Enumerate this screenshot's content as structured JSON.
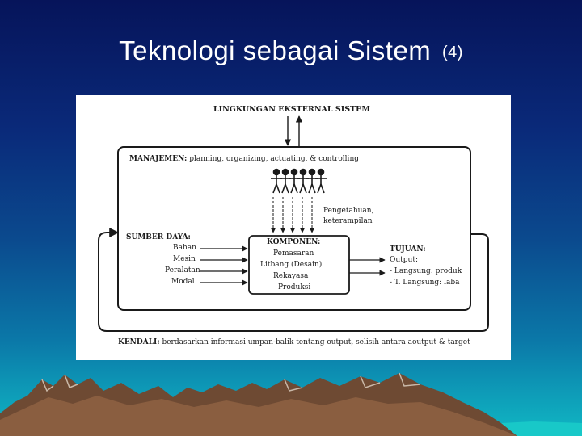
{
  "slide": {
    "title": "Teknologi sebagai Sistem",
    "title_number": "(4)"
  },
  "diagram": {
    "environment_label": "LINGKUNGAN EKSTERNAL SISTEM",
    "management": {
      "heading": "MANAJEMEN:",
      "functions": "planning, organizing, actuating, & controlling"
    },
    "knowledge_note": [
      "Pengetahuan,",
      "keterampilan"
    ],
    "resources": {
      "heading": "SUMBER DAYA:",
      "items": [
        "Bahan",
        "Mesin",
        "Peralatan",
        "Modal"
      ]
    },
    "components": {
      "heading": "KOMPONEN:",
      "items": [
        "Pemasaran",
        "Litbang (Desain)",
        "Rekayasa",
        "Produksi"
      ]
    },
    "goals": {
      "heading": "TUJUAN:",
      "items": [
        "Output:",
        "- Langsung: produk",
        "- T. Langsung: laba"
      ]
    },
    "control": {
      "heading": "KENDALI:",
      "text": "berdasarkan informasi umpan-balik tentang output, selisih antara aoutput & target"
    }
  },
  "colors": {
    "background_top": "#06145a",
    "background_bottom": "#10b8c4",
    "panel": "#ffffff",
    "ink": "#1a1a1a",
    "title": "#ffffff"
  }
}
